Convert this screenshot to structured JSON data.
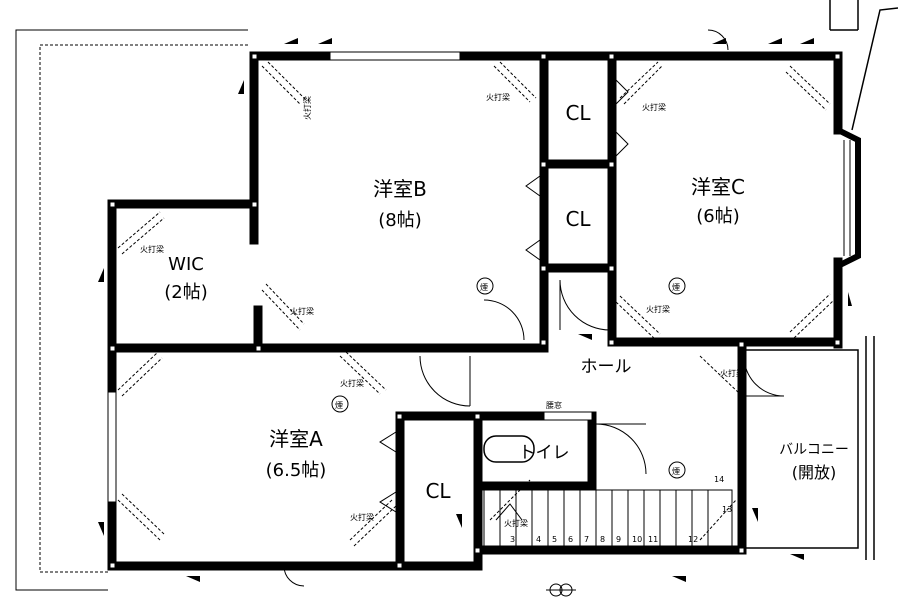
{
  "rooms": {
    "western_b": {
      "name": "洋室B",
      "size": "(8帖)"
    },
    "western_c": {
      "name": "洋室C",
      "size": "(6帖)"
    },
    "western_a": {
      "name": "洋室A",
      "size": "(6.5帖)"
    },
    "wic": {
      "name": "WIC",
      "size": "(2帖)"
    },
    "cl_top": "CL",
    "cl_mid": "CL",
    "cl_bottom": "CL",
    "hall": "ホール",
    "toilet": "トイレ",
    "balcony": {
      "name": "バルコニー",
      "note": "(開放)"
    }
  },
  "annotations": {
    "smoke_detector": "煙",
    "fire_alarm": "火打梁",
    "window_label": "腰窓",
    "stair_numbers": [
      "3",
      "4",
      "5",
      "6",
      "7",
      "8",
      "9",
      "10",
      "11",
      "12",
      "13",
      "14"
    ]
  },
  "colors": {
    "wall": "#000000",
    "background": "#ffffff"
  }
}
